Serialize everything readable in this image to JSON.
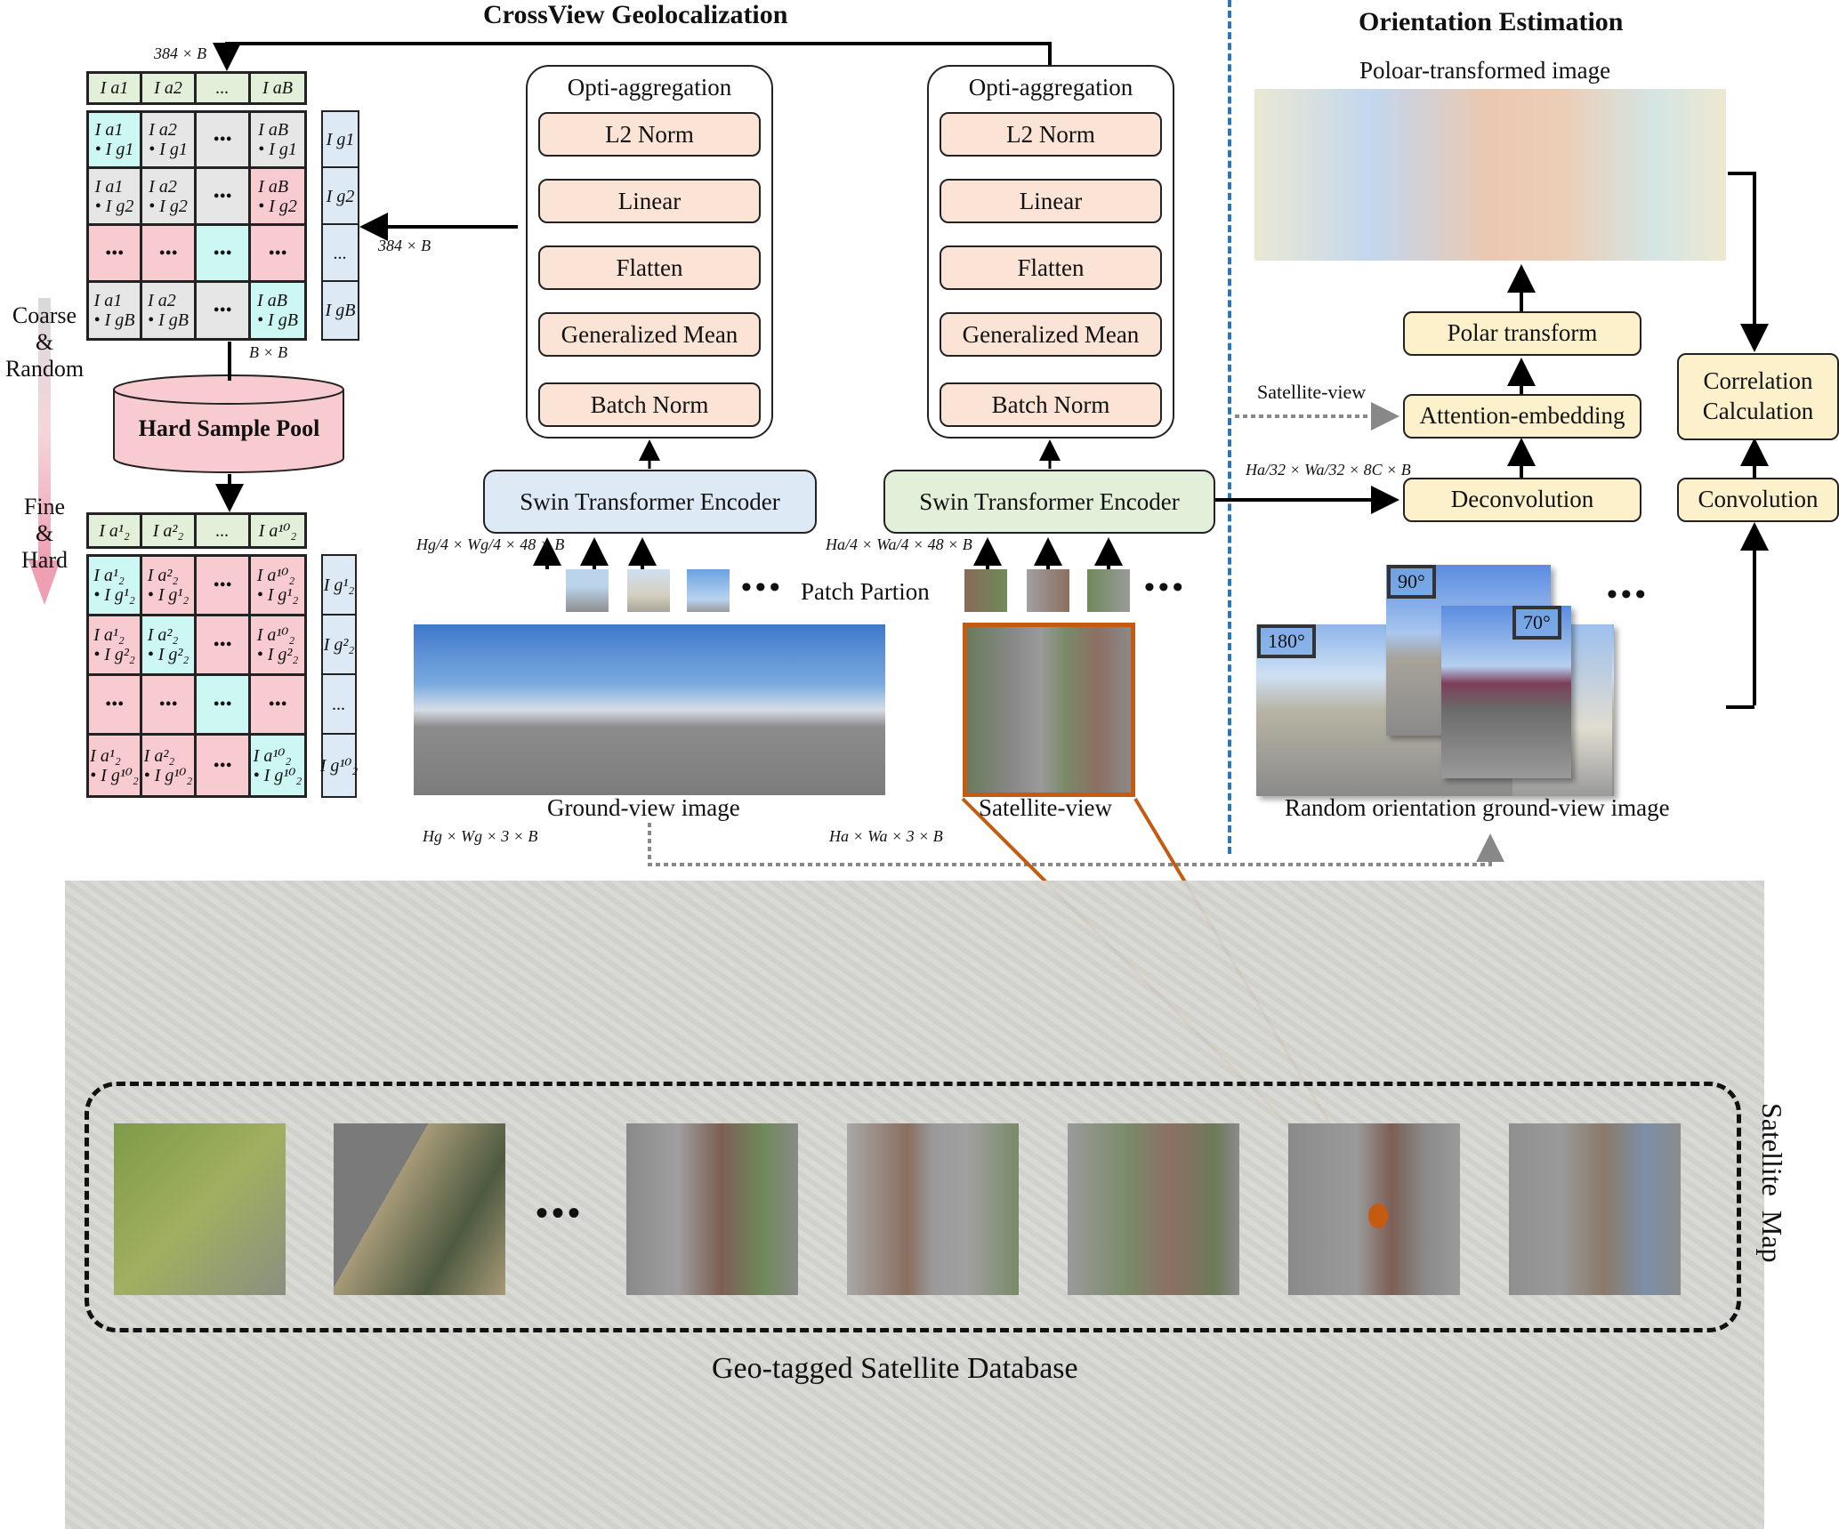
{
  "titles": {
    "crossview": "CrossView Geolocalization",
    "orientation": "Orientation Estimation"
  },
  "similarity_matrix_coarse": {
    "dim_top": "384 × B",
    "dim_side": "384 × B",
    "dim_bottom": "B × B",
    "header": [
      "I a1",
      "I a2",
      "...",
      "I aB"
    ],
    "rows": [
      [
        "I a1\n• I g1",
        "I a2\n• I g1",
        "•••",
        "I aB\n• I g1"
      ],
      [
        "I a1\n• I g2",
        "I a2\n• I g2",
        "•••",
        "I aB\n• I g2"
      ],
      [
        "•••",
        "•••",
        "•••",
        "•••"
      ],
      [
        "I a1\n• I gB",
        "I a2\n• I gB",
        "•••",
        "I aB\n• I gB"
      ]
    ],
    "side": [
      "I g1",
      "I g2",
      "...",
      "I gB"
    ]
  },
  "hard_sample_pool": {
    "label": "Hard Sample Pool"
  },
  "similarity_matrix_fine": {
    "header": [
      "I a¹₂",
      "I a²₂",
      "...",
      "I a¹⁰₂"
    ],
    "rows": [
      [
        "I a¹₂\n• I g¹₂",
        "I a²₂\n• I g¹₂",
        "•••",
        "I a¹⁰₂\n• I g¹₂"
      ],
      [
        "I a¹₂\n• I g²₂",
        "I a²₂\n• I g²₂",
        "•••",
        "I a¹⁰₂\n• I g²₂"
      ],
      [
        "•••",
        "•••",
        "•••",
        "•••"
      ],
      [
        "I a¹₂\n• I g¹⁰₂",
        "I a²₂\n• I g¹⁰₂",
        "•••",
        "I a¹⁰₂\n• I g¹⁰₂"
      ]
    ],
    "side": [
      "I g¹₂",
      "I g²₂",
      "...",
      "I g¹⁰₂"
    ]
  },
  "curriculum": {
    "start": "Coarse\n&\nRandom",
    "end": "Fine\n&\nHard"
  },
  "opti_aggregation": {
    "title": "Opti-aggregation",
    "layers": [
      "L2 Norm",
      "Linear",
      "Flatten",
      "Generalized Mean",
      "Batch Norm"
    ]
  },
  "encoder": {
    "label": "Swin Transformer Encoder"
  },
  "ground": {
    "patch_dim": "Hg/4 × Wg/4 × 48 × B",
    "image_label": "Ground-view image",
    "input_dim": "Hg × Wg × 3 × B"
  },
  "satellite": {
    "patch_dim": "Ha/4 × Wa/4 × 48 × B",
    "image_label": "Satellite-view",
    "input_dim": "Ha × Wa × 3 × B"
  },
  "patch_partition_label": "Patch Partion",
  "orientation": {
    "polar_image_label": "Poloar-transformed image",
    "polar_transform": "Polar transform",
    "attention_embedding": "Attention-embedding",
    "deconvolution": "Deconvolution",
    "correlation": "Correlation\nCalculation",
    "convolution": "Convolution",
    "satellite_view_label": "Satellite-view",
    "feature_dim": "Ha/32 × Wa/32 × 8C × B",
    "random_label": "Random orientation ground-view image",
    "angles": [
      "180°",
      "90°",
      "70°"
    ]
  },
  "database": {
    "label": "Geo-tagged Satellite Database",
    "map_label": "Satellite  Map"
  },
  "colors": {
    "accent_orange": "#c55a11",
    "divider_blue": "#2e75b6"
  }
}
